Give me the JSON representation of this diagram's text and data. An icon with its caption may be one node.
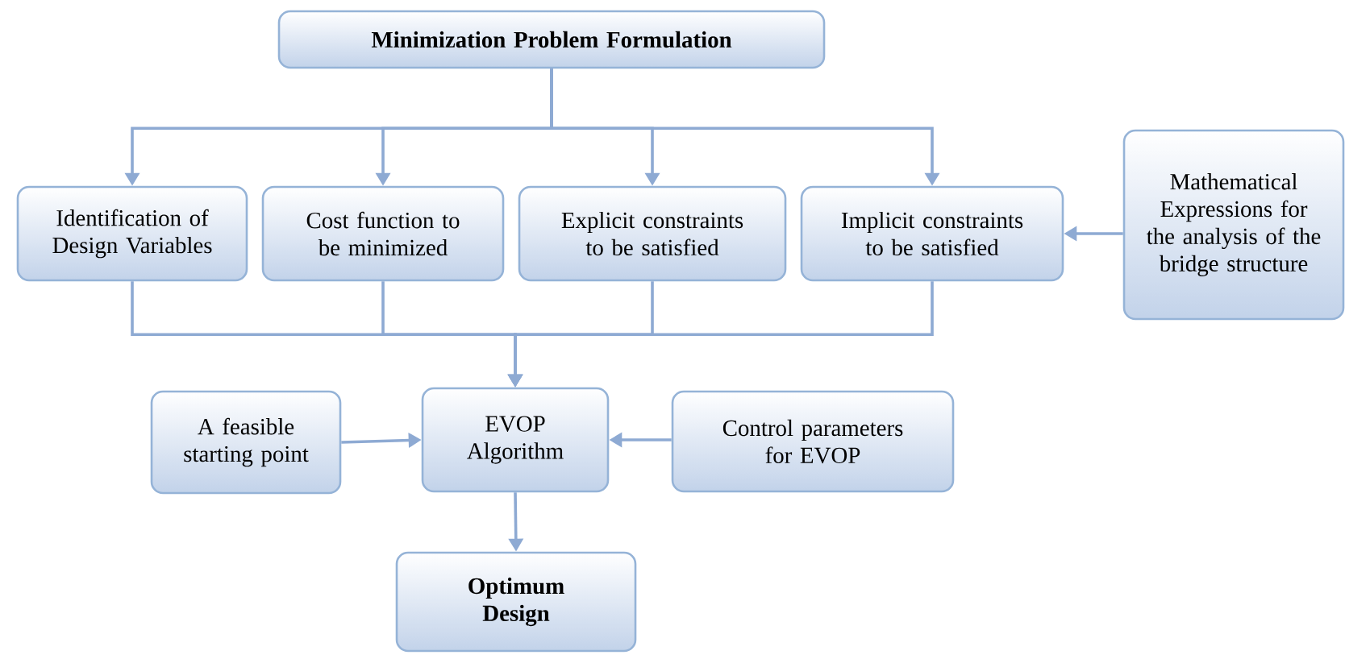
{
  "diagram": {
    "nodes": [
      {
        "text": [
          "Minimization Problem Formulation"
        ]
      },
      {
        "text": [
          "Identification of Design Variables"
        ]
      },
      {
        "text": [
          "Cost function to be minimized"
        ]
      },
      {
        "text": [
          "Explicit constraints to be satisfied"
        ]
      },
      {
        "text": [
          "Implicit constraints to be satisfied"
        ]
      },
      {
        "text": [
          "Mathematical Expressions for the analysis of the bridge structure"
        ]
      },
      {
        "text": [
          "A feasible starting point"
        ]
      },
      {
        "text": [
          "EVOP Algorithm"
        ]
      },
      {
        "text": [
          "Control parameters for EVOP"
        ]
      },
      {
        "text": [
          "Optimum Design"
        ]
      }
    ],
    "edges": [
      {
        "from": 0,
        "to": 1,
        "arrow": "to"
      },
      {
        "from": 0,
        "to": 2,
        "arrow": "to"
      },
      {
        "from": 0,
        "to": 3,
        "arrow": "to"
      },
      {
        "from": 0,
        "to": 4,
        "arrow": "to"
      },
      {
        "from": 5,
        "to": 4,
        "arrow": "to"
      },
      {
        "from": 1,
        "to": 7,
        "arrow": "to"
      },
      {
        "from": 2,
        "to": 7,
        "arrow": "to"
      },
      {
        "from": 3,
        "to": 7,
        "arrow": "to"
      },
      {
        "from": 4,
        "to": 7,
        "arrow": "to"
      },
      {
        "from": 6,
        "to": 7,
        "arrow": "to"
      },
      {
        "from": 8,
        "to": 7,
        "arrow": "to"
      },
      {
        "from": 7,
        "to": 9,
        "arrow": "to"
      }
    ]
  }
}
